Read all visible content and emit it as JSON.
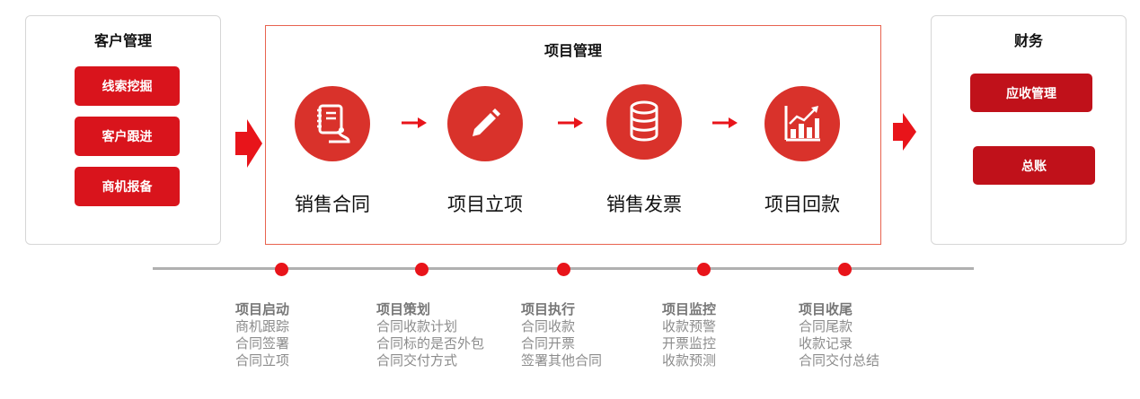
{
  "customer_panel": {
    "title": "客户管理",
    "items": [
      "线索挖掘",
      "客户跟进",
      "商机报备"
    ]
  },
  "project_panel": {
    "title": "项目管理",
    "steps": [
      {
        "label": "销售合同",
        "icon": "contract-notebook-icon"
      },
      {
        "label": "项目立项",
        "icon": "pencil-icon"
      },
      {
        "label": "销售发票",
        "icon": "database-icon"
      },
      {
        "label": "项目回款",
        "icon": "growth-chart-icon"
      }
    ]
  },
  "finance_panel": {
    "title": "财务",
    "items": [
      "应收管理",
      "总账"
    ]
  },
  "timeline": [
    {
      "title": "项目启动",
      "items": [
        "商机跟踪",
        "合同签署",
        "合同立项"
      ]
    },
    {
      "title": "项目策划",
      "items": [
        "合同收款计划",
        "合同标的是否外包",
        "合同交付方式"
      ]
    },
    {
      "title": "项目执行",
      "items": [
        "合同收款",
        "合同开票",
        "签署其他合同"
      ]
    },
    {
      "title": "项目监控",
      "items": [
        "收款预警",
        "开票监控",
        "收款预测"
      ]
    },
    {
      "title": "项目收尾",
      "items": [
        "合同尾款",
        "收款记录",
        "合同交付总结"
      ]
    }
  ],
  "colors": {
    "accent": "#d9141c",
    "circle": "#d9322b",
    "panel_border": "#e8634f"
  }
}
